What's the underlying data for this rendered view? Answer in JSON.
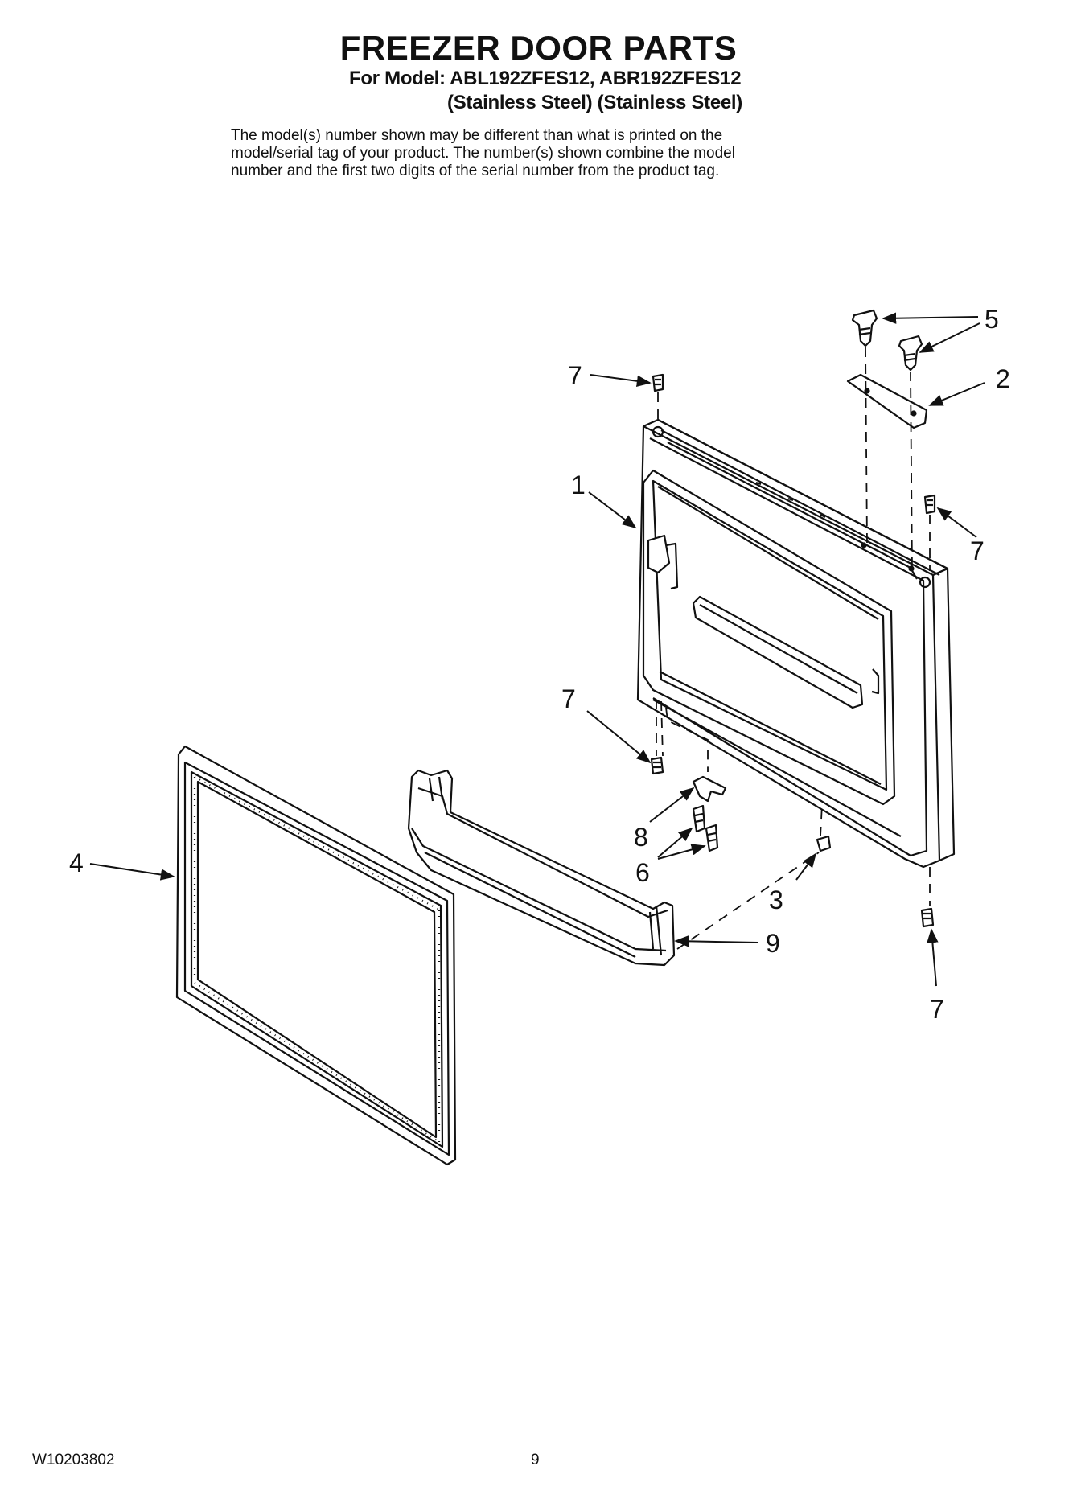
{
  "header": {
    "title": "FREEZER DOOR PARTS",
    "model_line": "For Model: ABL192ZFES12, ABR192ZFES12",
    "finish_line": "(Stainless Steel) (Stainless Steel)"
  },
  "note_lines": [
    "The model(s) number shown may be different than what is printed on the",
    "model/serial tag of your product. The number(s) shown combine the model",
    "number and the first two digits of the serial number from the product tag."
  ],
  "callouts": {
    "c5": "5",
    "c2": "2",
    "c7_top_left": "7",
    "c1": "1",
    "c7_right": "7",
    "c7_mid": "7",
    "c4": "4",
    "c8": "8",
    "c6": "6",
    "c3": "3",
    "c9": "9",
    "c7_bottom": "7"
  },
  "footer": {
    "doc_number": "W10203802",
    "page_number": "9"
  }
}
